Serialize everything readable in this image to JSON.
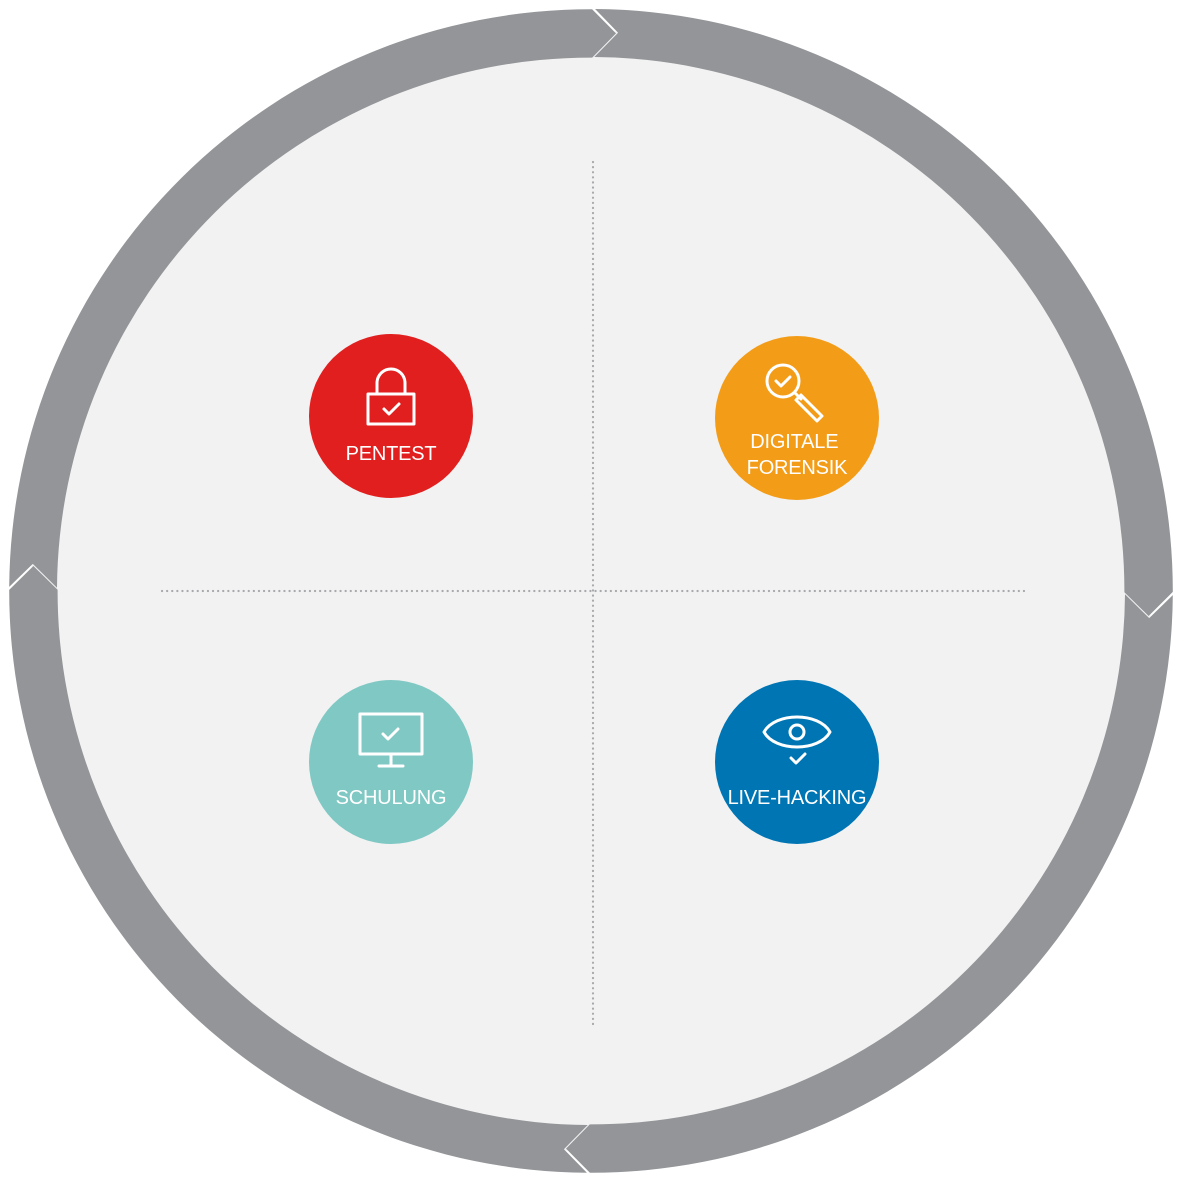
{
  "colors": {
    "background": "#f2f2f2",
    "ring": "#939598",
    "divider": "#a7a9ac",
    "pentest": "#e11f1f",
    "forensik": "#f39c18",
    "schulung": "#80c8c4",
    "live_hacking": "#0075b4",
    "icon_stroke": "#ffffff"
  },
  "cycle_direction": "clockwise",
  "nodes": [
    {
      "key": "pentest",
      "icon": "padlock-check-icon",
      "label_lines": [
        "PENTEST"
      ]
    },
    {
      "key": "forensik",
      "icon": "magnifier-check-icon",
      "label_lines": [
        "DIGITALE",
        "FORENSIK"
      ]
    },
    {
      "key": "schulung",
      "icon": "monitor-check-icon",
      "label_lines": [
        "SCHULUNG"
      ]
    },
    {
      "key": "live_hacking",
      "icon": "eye-check-icon",
      "label_lines": [
        "LIVE-HACKING"
      ]
    }
  ]
}
